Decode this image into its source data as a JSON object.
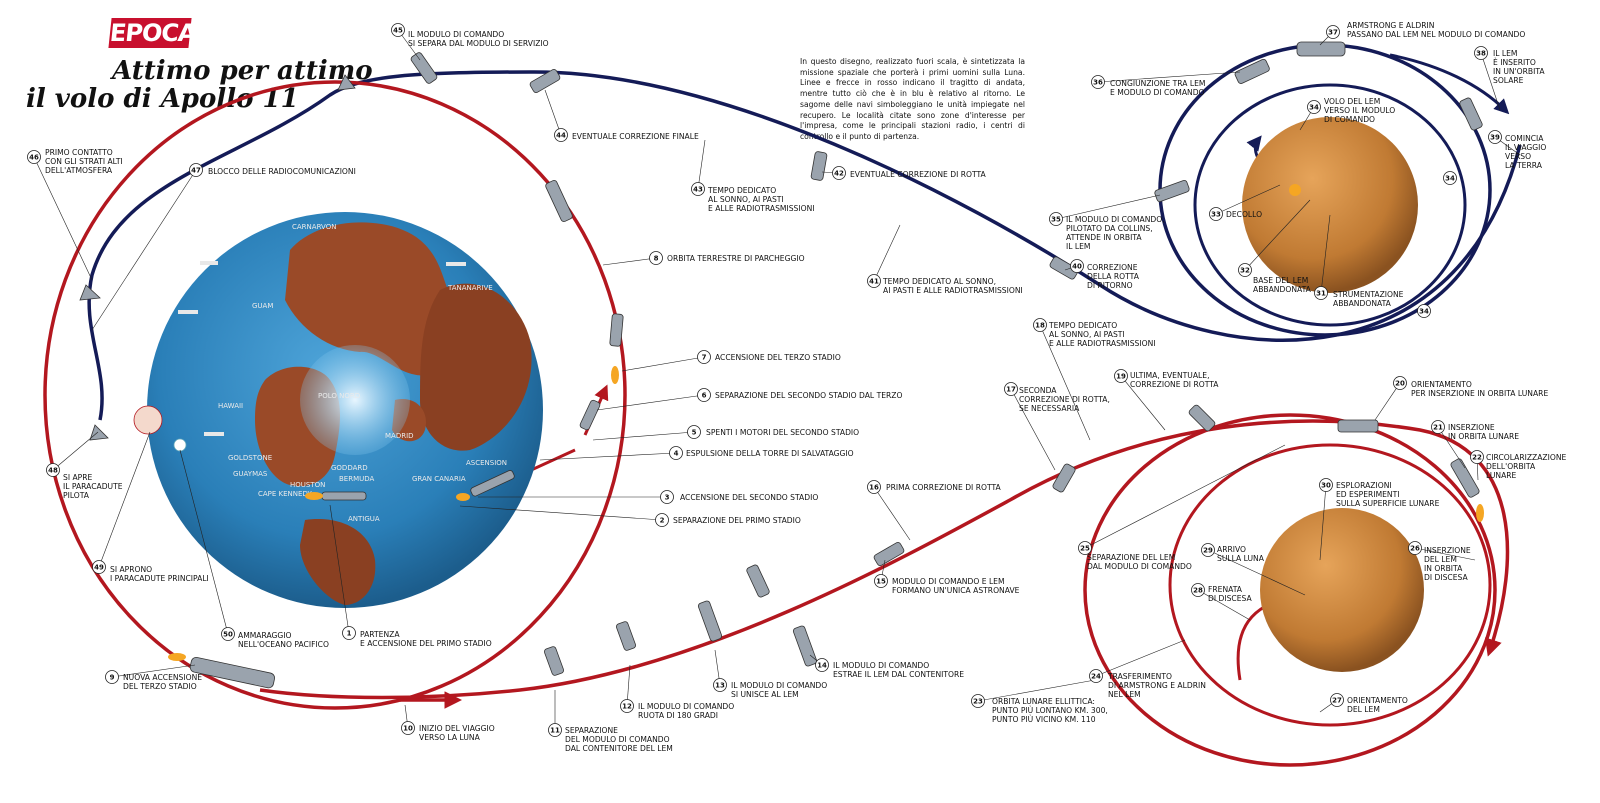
{
  "header": {
    "logo": "EPOCA",
    "title_line1": "Attimo per attimo",
    "title_line2": "il volo di Apollo 11",
    "intro": "In questo disegno, realizzato fuori scala, è sintetizzata la missione spaziale che porterà i primi uomini sulla Luna. Linee e frecce in rosso indicano il tragitto di andata, mentre tutto ciò che è in blu è relativo al ritorno. Le sagome delle navi simboleggiano le unità impiegate nel recupero. Le località citate sono zone d'interesse per l'impresa, come le principali stazioni radio, i centri di controllo e il punto di partenza."
  },
  "colors": {
    "outbound": "#b3171f",
    "return": "#141b57",
    "ocean": "#2a7fb8",
    "land": "#9a4a28",
    "moon": "#c8843a",
    "logo": "#c8102e"
  },
  "earth_places": {
    "carnarvon": "CARNARVON",
    "guam": "GUAM",
    "tananarive": "TANANARIVE",
    "hawaii": "HAWAII",
    "polo_nord": "POLO NORD",
    "madrid": "MADRID",
    "goldstone": "GOLDSTONE",
    "guaymas": "GUAYMAS",
    "houston": "HOUSTON",
    "goddard": "GODDARD",
    "bermuda": "BERMUDA",
    "ascension": "ASCENSION",
    "gran_canaria": "GRAN CANARIA",
    "cape_kennedy": "CAPE KENNEDY",
    "antigua": "ANTIGUA"
  },
  "steps": {
    "s1": {
      "num": "1",
      "lines": [
        "PARTENZA",
        "E ACCENSIONE DEL PRIMO STADIO"
      ]
    },
    "s2": {
      "num": "2",
      "lines": [
        "SEPARAZIONE DEL PRIMO STADIO"
      ]
    },
    "s3": {
      "num": "3",
      "lines": [
        "ACCENSIONE DEL SECONDO STADIO"
      ]
    },
    "s4": {
      "num": "4",
      "lines": [
        "ESPULSIONE DELLA TORRE DI SALVATAGGIO"
      ]
    },
    "s5": {
      "num": "5",
      "lines": [
        "SPENTI I MOTORI DEL SECONDO STADIO"
      ]
    },
    "s6": {
      "num": "6",
      "lines": [
        "SEPARAZIONE DEL SECONDO STADIO DAL TERZO"
      ]
    },
    "s7": {
      "num": "7",
      "lines": [
        "ACCENSIONE DEL TERZO STADIO"
      ]
    },
    "s8": {
      "num": "8",
      "lines": [
        "ORBITA TERRESTRE DI PARCHEGGIO"
      ]
    },
    "s9": {
      "num": "9",
      "lines": [
        "NUOVA ACCENSIONE",
        "DEL TERZO STADIO"
      ]
    },
    "s10": {
      "num": "10",
      "lines": [
        "INIZIO DEL VIAGGIO",
        "VERSO LA LUNA"
      ]
    },
    "s11": {
      "num": "11",
      "lines": [
        "SEPARAZIONE",
        "DEL MODULO DI COMANDO",
        "DAL CONTENITORE DEL LEM"
      ]
    },
    "s12": {
      "num": "12",
      "lines": [
        "IL MODULO DI COMANDO",
        "RUOTA DI 180 GRADI"
      ]
    },
    "s13": {
      "num": "13",
      "lines": [
        "IL MODULO DI COMANDO",
        "SI UNISCE AL LEM"
      ]
    },
    "s14": {
      "num": "14",
      "lines": [
        "IL MODULO DI COMANDO",
        "ESTRAE IL LEM DAL CONTENITORE"
      ]
    },
    "s15": {
      "num": "15",
      "lines": [
        "MODULO DI COMANDO E LEM",
        "FORMANO UN'UNICA ASTRONAVE"
      ]
    },
    "s16": {
      "num": "16",
      "lines": [
        "PRIMA CORREZIONE DI ROTTA"
      ]
    },
    "s17": {
      "num": "17",
      "lines": [
        "SECONDA",
        "CORREZIONE DI ROTTA,",
        "SE NECESSARIA"
      ]
    },
    "s18": {
      "num": "18",
      "lines": [
        "TEMPO DEDICATO",
        "AL SONNO, AI PASTI",
        "E ALLE RADIOTRASMISSIONI"
      ]
    },
    "s19": {
      "num": "19",
      "lines": [
        "ULTIMA, EVENTUALE,",
        "CORREZIONE DI ROTTA"
      ]
    },
    "s20": {
      "num": "20",
      "lines": [
        "ORIENTAMENTO",
        "PER INSERZIONE IN ORBITA LUNARE"
      ]
    },
    "s21": {
      "num": "21",
      "lines": [
        "INSERZIONE",
        "IN ORBITA LUNARE"
      ]
    },
    "s22": {
      "num": "22",
      "lines": [
        "CIRCOLARIZZAZIONE",
        "DELL'ORBITA",
        "LUNARE"
      ]
    },
    "s23": {
      "num": "23",
      "lines": [
        "ORBITA LUNARE ELLITTICA:",
        "PUNTO PIÙ LONTANO KM. 300,",
        "PUNTO PIÙ VICINO KM. 110"
      ]
    },
    "s24": {
      "num": "24",
      "lines": [
        "TRASFERIMENTO",
        "DI ARMSTRONG E ALDRIN",
        "NEL LEM"
      ]
    },
    "s25": {
      "num": "25",
      "lines": [
        "SEPARAZIONE DEL LEM",
        "DAL MODULO DI COMANDO"
      ]
    },
    "s26": {
      "num": "26",
      "lines": [
        "INSERZIONE",
        "DEL LEM",
        "IN ORBITA",
        "DI DISCESA"
      ]
    },
    "s27": {
      "num": "27",
      "lines": [
        "ORIENTAMENTO",
        "DEL LEM"
      ]
    },
    "s28": {
      "num": "28",
      "lines": [
        "FRENATA",
        "DI DISCESA"
      ]
    },
    "s29": {
      "num": "29",
      "lines": [
        "ARRIVO",
        "SULLA LUNA"
      ]
    },
    "s30": {
      "num": "30",
      "lines": [
        "ESPLORAZIONI",
        "ED ESPERIMENTI",
        "SULLA SUPERFICIE LUNARE"
      ]
    },
    "s31": {
      "num": "31",
      "lines": [
        "STRUMENTAZIONE",
        "ABBANDONATA"
      ]
    },
    "s32": {
      "num": "32",
      "lines": [
        "BASE DEL LEM",
        "ABBANDONATA"
      ]
    },
    "s33": {
      "num": "33",
      "lines": [
        "DECOLLO"
      ]
    },
    "s34": {
      "num": "34",
      "lines": [
        "VOLO DEL LEM",
        "VERSO IL MODULO",
        "DI COMANDO"
      ]
    },
    "s35": {
      "num": "35",
      "lines": [
        "IL MODULO DI COMANDO,",
        "PILOTATO DA COLLINS,",
        "ATTENDE IN ORBITA",
        "IL LEM"
      ]
    },
    "s36": {
      "num": "36",
      "lines": [
        "CONGIUNZIONE TRA LEM",
        "E MODULO DI COMANDO"
      ]
    },
    "s37": {
      "num": "37",
      "lines": [
        "ARMSTRONG E ALDRIN",
        "PASSANO DAL LEM NEL MODULO DI COMANDO"
      ]
    },
    "s38": {
      "num": "38",
      "lines": [
        "IL LEM",
        "È INSERITO",
        "IN UN'ORBITA",
        "SOLARE"
      ]
    },
    "s39": {
      "num": "39",
      "lines": [
        "COMINCIA",
        "IL VIAGGIO",
        "VERSO",
        "LA TERRA"
      ]
    },
    "s40": {
      "num": "40",
      "lines": [
        "CORREZIONE",
        "DELLA ROTTA",
        "DI RITORNO"
      ]
    },
    "s41": {
      "num": "41",
      "lines": [
        "TEMPO DEDICATO AL SONNO,",
        "AI PASTI E ALLE RADIOTRASMISSIONI"
      ]
    },
    "s42": {
      "num": "42",
      "lines": [
        "EVENTUALE CORREZIONE DI ROTTA"
      ]
    },
    "s43": {
      "num": "43",
      "lines": [
        "TEMPO DEDICATO",
        "AL SONNO, AI PASTI",
        "E ALLE RADIOTRASMISSIONI"
      ]
    },
    "s44": {
      "num": "44",
      "lines": [
        "EVENTUALE CORREZIONE FINALE"
      ]
    },
    "s45": {
      "num": "45",
      "lines": [
        "IL MODULO DI COMANDO",
        "SI SEPARA DAL MODULO DI SERVIZIO"
      ]
    },
    "s46": {
      "num": "46",
      "lines": [
        "PRIMO CONTATTO",
        "CON GLI STRATI ALTI",
        "DELL'ATMOSFERA"
      ]
    },
    "s47": {
      "num": "47",
      "lines": [
        "BLOCCO DELLE RADIOCOMUNICAZIONI"
      ]
    },
    "s48": {
      "num": "48",
      "lines": [
        "SI APRE",
        "IL PARACADUTE",
        "PILOTA"
      ]
    },
    "s49": {
      "num": "49",
      "lines": [
        "SI APRONO",
        "I PARACADUTE PRINCIPALI"
      ]
    },
    "s50": {
      "num": "50",
      "lines": [
        "AMMARAGGIO",
        "NELL'OCEANO PACIFICO"
      ]
    },
    "s34b": {
      "num": "34",
      "lines": []
    },
    "s34c": {
      "num": "34",
      "lines": []
    }
  }
}
